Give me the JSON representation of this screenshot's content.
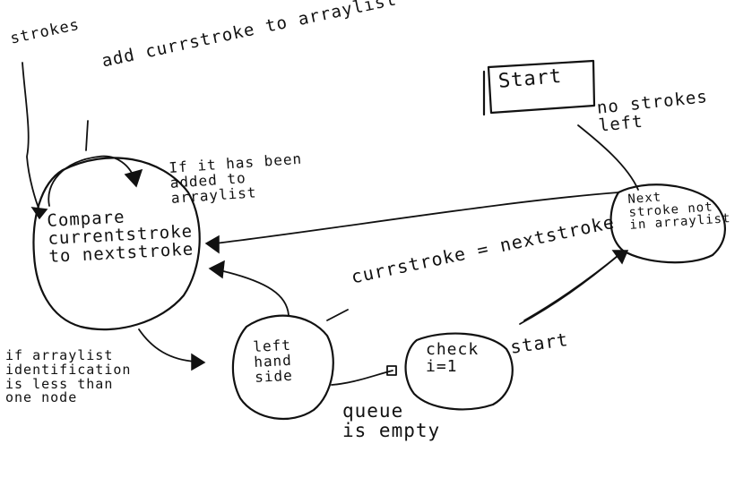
{
  "nodes": {
    "compare": {
      "text": "Compare\ncurrentstroke\nto nextstroke"
    },
    "next_stroke": {
      "text": "Next\nstroke not\nin arraylist"
    },
    "left_hand_side": {
      "text": "left\nhand\nside"
    },
    "check_loop": {
      "text": "check\ni=1"
    },
    "start": {
      "text": "Start"
    }
  },
  "labels": {
    "strokes": "strokes",
    "add_currstroke": "add currstroke to arraylist",
    "if_it_has_been": "If it has been\nadded to\narraylist",
    "no_strokes_left": "no strokes\nleft",
    "currstroke_nextstroke": "currstroke = nextstroke",
    "queue_empty": "queue\nis empty",
    "start_note": "start",
    "arraylist_note": "if arraylist\nidentification\nis less than\none node"
  }
}
